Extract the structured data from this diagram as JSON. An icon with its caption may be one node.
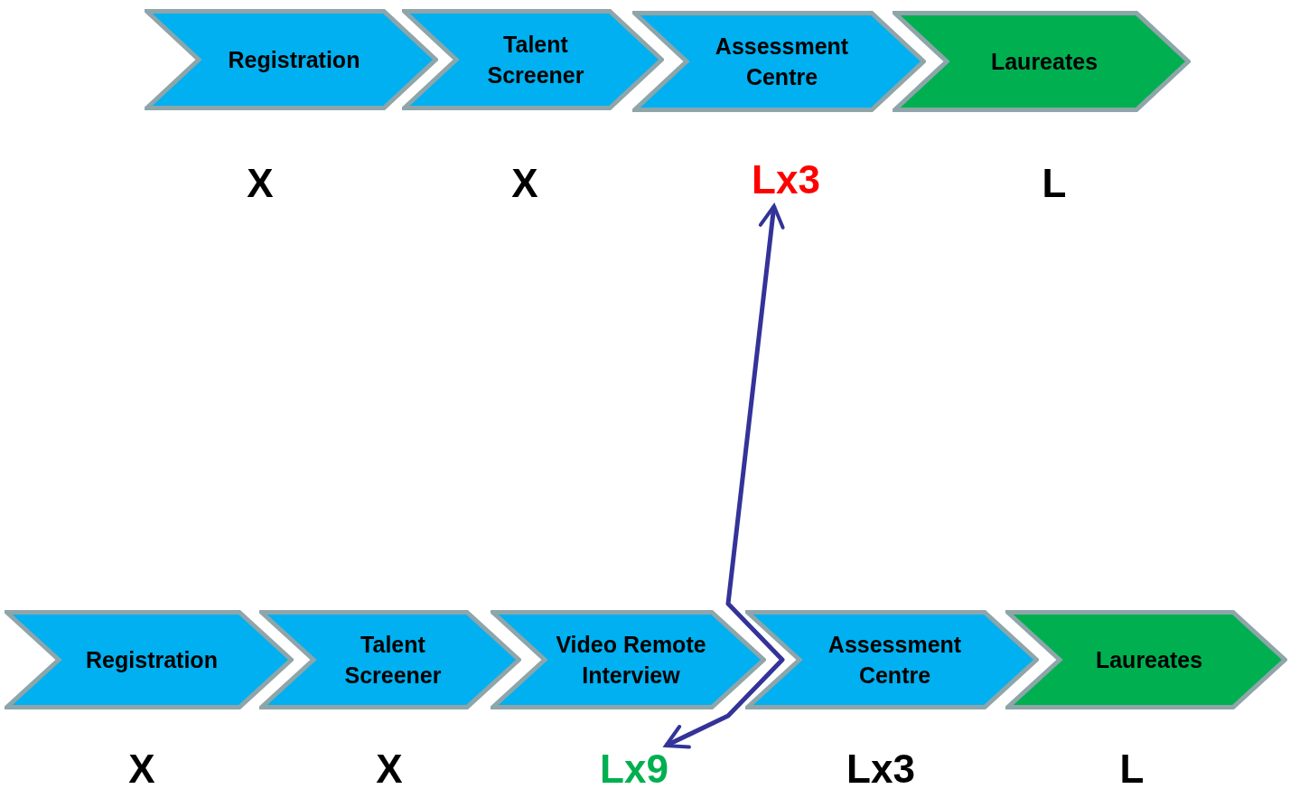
{
  "diagram": {
    "nodes": [
      {
        "text": [
          "Registration"
        ]
      },
      {
        "text": [
          "Talent Screener"
        ]
      },
      {
        "text": [
          "Assessment Centre"
        ]
      },
      {
        "text": [
          "Laureates"
        ]
      },
      {
        "text": [
          "Lx3"
        ]
      },
      {
        "text": [
          "Registration"
        ]
      },
      {
        "text": [
          "Talent Screener"
        ]
      },
      {
        "text": [
          "Video Remote Interview"
        ]
      },
      {
        "text": [
          "Assessment Centre"
        ]
      },
      {
        "text": [
          "Laureates"
        ]
      },
      {
        "text": [
          "Lx9"
        ]
      }
    ],
    "edges": [
      {
        "from": 4,
        "to": 10,
        "arrow": "both"
      }
    ],
    "labels": [
      "X",
      "X",
      "L",
      "X",
      "X",
      "Lx3",
      "L"
    ]
  }
}
